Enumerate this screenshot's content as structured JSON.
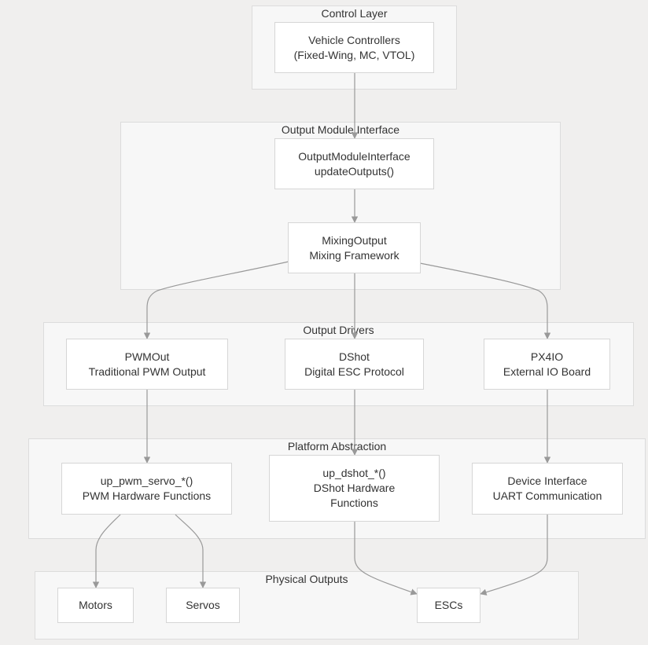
{
  "groups": {
    "control": "Control Layer",
    "omi": "Output Module Interface",
    "drivers": "Output Drivers",
    "platform": "Platform Abstraction",
    "physical": "Physical Outputs"
  },
  "nodes": {
    "vehicle_controllers": [
      "Vehicle Controllers",
      "(Fixed-Wing, MC, VTOL)"
    ],
    "output_module_interface": [
      "OutputModuleInterface",
      "updateOutputs()"
    ],
    "mixing_output": [
      "MixingOutput",
      "Mixing Framework"
    ],
    "pwm_out": [
      "PWMOut",
      "Traditional PWM Output"
    ],
    "dshot": [
      "DShot",
      "Digital ESC Protocol"
    ],
    "px4io": [
      "PX4IO",
      "External IO Board"
    ],
    "up_pwm_servo": [
      "up_pwm_servo_*()",
      "PWM Hardware Functions"
    ],
    "up_dshot": [
      "up_dshot_*()",
      "DShot Hardware",
      "Functions"
    ],
    "device_interface": [
      "Device Interface",
      "UART Communication"
    ],
    "motors": [
      "Motors"
    ],
    "servos": [
      "Servos"
    ],
    "escs": [
      "ESCs"
    ]
  },
  "edges": [
    [
      "vehicle_controllers",
      "output_module_interface"
    ],
    [
      "output_module_interface",
      "mixing_output"
    ],
    [
      "mixing_output",
      "pwm_out"
    ],
    [
      "mixing_output",
      "dshot"
    ],
    [
      "mixing_output",
      "px4io"
    ],
    [
      "pwm_out",
      "up_pwm_servo"
    ],
    [
      "dshot",
      "up_dshot"
    ],
    [
      "px4io",
      "device_interface"
    ],
    [
      "up_pwm_servo",
      "motors"
    ],
    [
      "up_pwm_servo",
      "servos"
    ],
    [
      "up_dshot",
      "escs"
    ],
    [
      "device_interface",
      "escs"
    ]
  ],
  "colors": {
    "background": "#f0efee",
    "group_fill": "#f7f7f7",
    "node_fill": "#ffffff",
    "edge": "#999999",
    "text": "#333333"
  }
}
